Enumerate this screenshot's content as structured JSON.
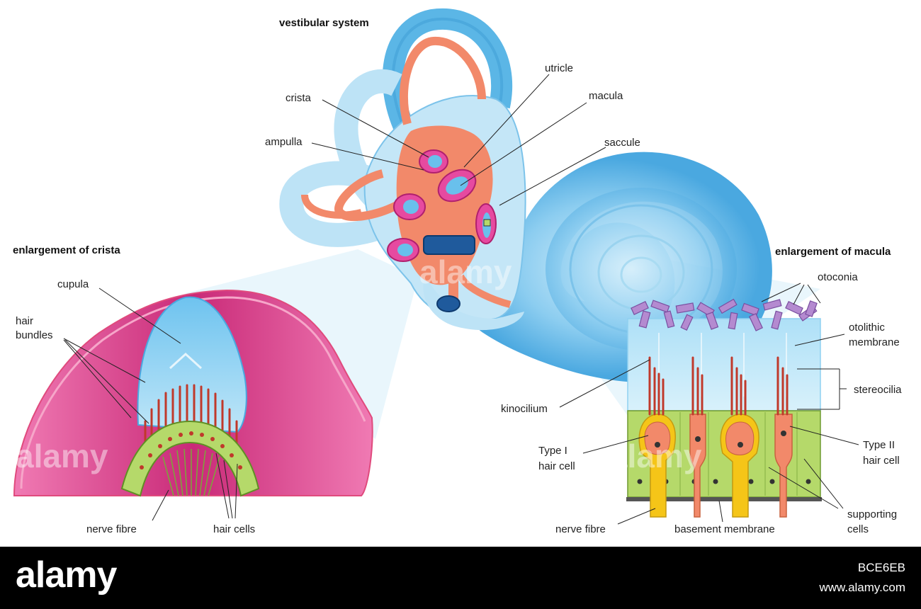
{
  "headings": {
    "vestibular_system": "vestibular system",
    "enlargement_crista": "enlargement of crista",
    "enlargement_macula": "enlargement of macula"
  },
  "labels": {
    "utricle": "utricle",
    "crista": "crista",
    "macula": "macula",
    "ampulla": "ampulla",
    "saccule": "saccule",
    "cupula": "cupula",
    "hair_bundles_1": "hair",
    "hair_bundles_2": "bundles",
    "nerve_fibre_left": "nerve fibre",
    "hair_cells": "hair cells",
    "otoconia": "otoconia",
    "otolithic_1": "otolithic",
    "otolithic_2": "membrane",
    "stereocilia": "stereocilia",
    "kinocilium": "kinocilium",
    "type1_1": "Type I",
    "type1_2": "hair cell",
    "type2_1": "Type II",
    "type2_2": "hair cell",
    "supporting_1": "supporting",
    "supporting_2": "cells",
    "nerve_fibre_right": "nerve fibre",
    "basement_membrane": "basement membrane"
  },
  "watermark": "alamy",
  "footer": {
    "logo": "alamy",
    "image_id": "BCE6EB",
    "url": "www.alamy.com"
  },
  "colors": {
    "labyrinth_blue": "#5bb6e6",
    "membrane_orange": "#f2896a",
    "crista_pink": "#d6387f",
    "cupula_blue": "#8fd0f0",
    "hair_red": "#c0392b",
    "support_green": "#b5d96a",
    "type1_yellow": "#f5c518",
    "otoconia_purple": "#b48ad0"
  }
}
